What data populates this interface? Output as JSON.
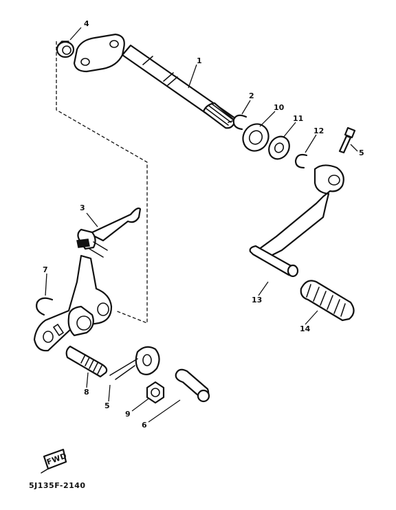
{
  "diagram": {
    "callouts": {
      "c1": "1",
      "c2": "2",
      "c3": "3",
      "c4": "4",
      "c5a": "5",
      "c5b": "5",
      "c6": "6",
      "c7": "7",
      "c8": "8",
      "c9": "9",
      "c10": "10",
      "c11": "11",
      "c12": "12",
      "c13": "13",
      "c14": "14"
    },
    "drawing_code": "5J135F-2140",
    "logo_text": "FWD",
    "colors": {
      "ink": "#111111",
      "paper": "#ffffff"
    }
  }
}
